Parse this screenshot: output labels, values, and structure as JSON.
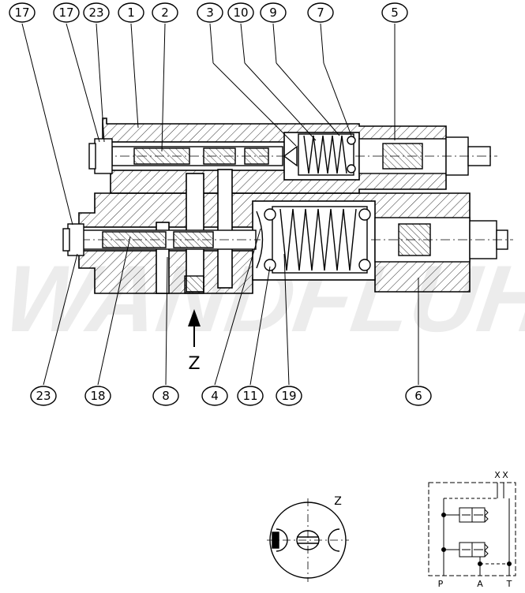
{
  "callouts_top": [
    "17",
    "17",
    "23",
    "1",
    "2",
    "3",
    "10",
    "9",
    "7",
    "5"
  ],
  "callouts_bottom": [
    "23",
    "18",
    "8",
    "4",
    "11",
    "19",
    "6"
  ],
  "view_arrow_label": "Z",
  "detail_label": "Z",
  "symbol": {
    "port_labels": [
      "P",
      "A",
      "T"
    ],
    "drain_labels": [
      "X",
      "X"
    ]
  },
  "watermark": "WANDFLUH",
  "colors": {
    "line": "#000000",
    "hatch": "#000000",
    "background": "#ffffff"
  }
}
